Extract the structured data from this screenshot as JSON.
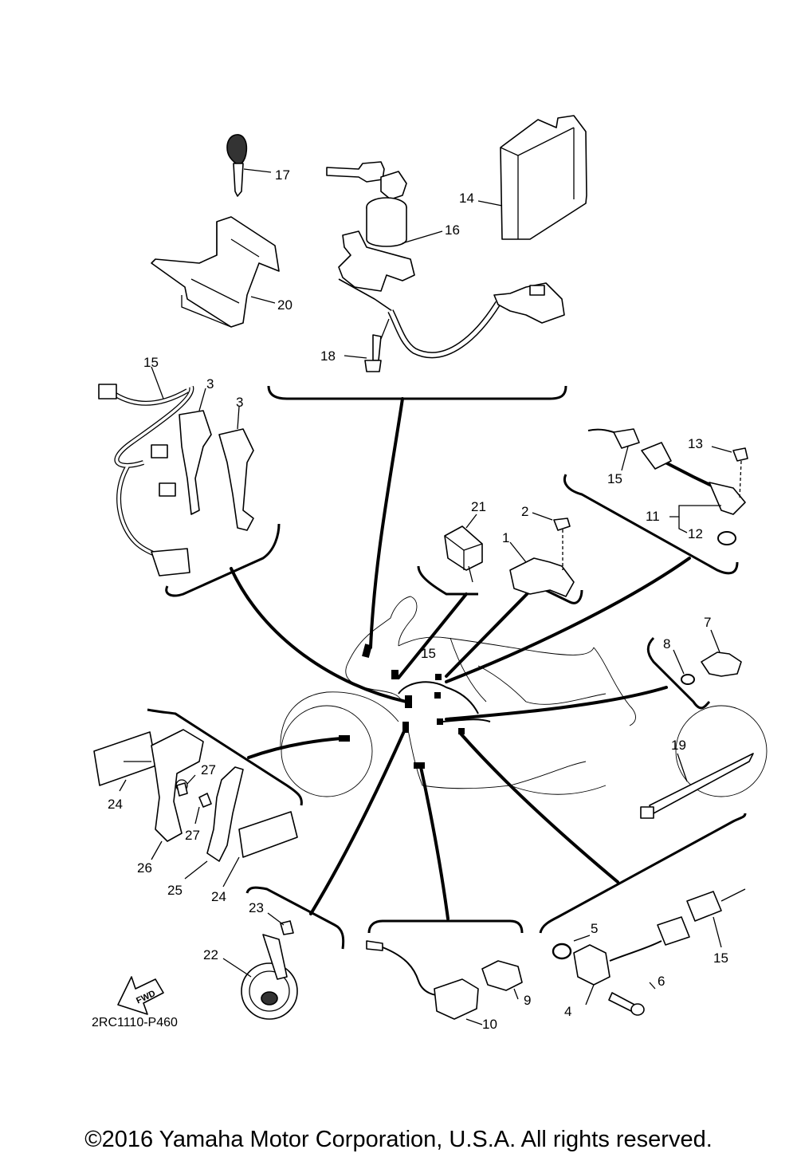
{
  "callouts": {
    "c1": "1",
    "c2": "2",
    "c3a": "3",
    "c3b": "3",
    "c4": "4",
    "c5": "5",
    "c6": "6",
    "c7": "7",
    "c8": "8",
    "c9": "9",
    "c10": "10",
    "c11": "11",
    "c12": "12",
    "c13": "13",
    "c14": "14",
    "c15a": "15",
    "c15b": "15",
    "c15c": "15",
    "c15d": "15",
    "c16": "16",
    "c17": "17",
    "c18": "18",
    "c19": "19",
    "c20": "20",
    "c21": "21",
    "c22": "22",
    "c23": "23",
    "c24a": "24",
    "c24b": "24",
    "c25": "25",
    "c26": "26",
    "c27a": "27",
    "c27b": "27"
  },
  "fwd_label": "FWD",
  "diagram_code": "2RC1110-P460",
  "copyright": "©2016 Yamaha Motor Corporation, U.S.A. All rights reserved."
}
